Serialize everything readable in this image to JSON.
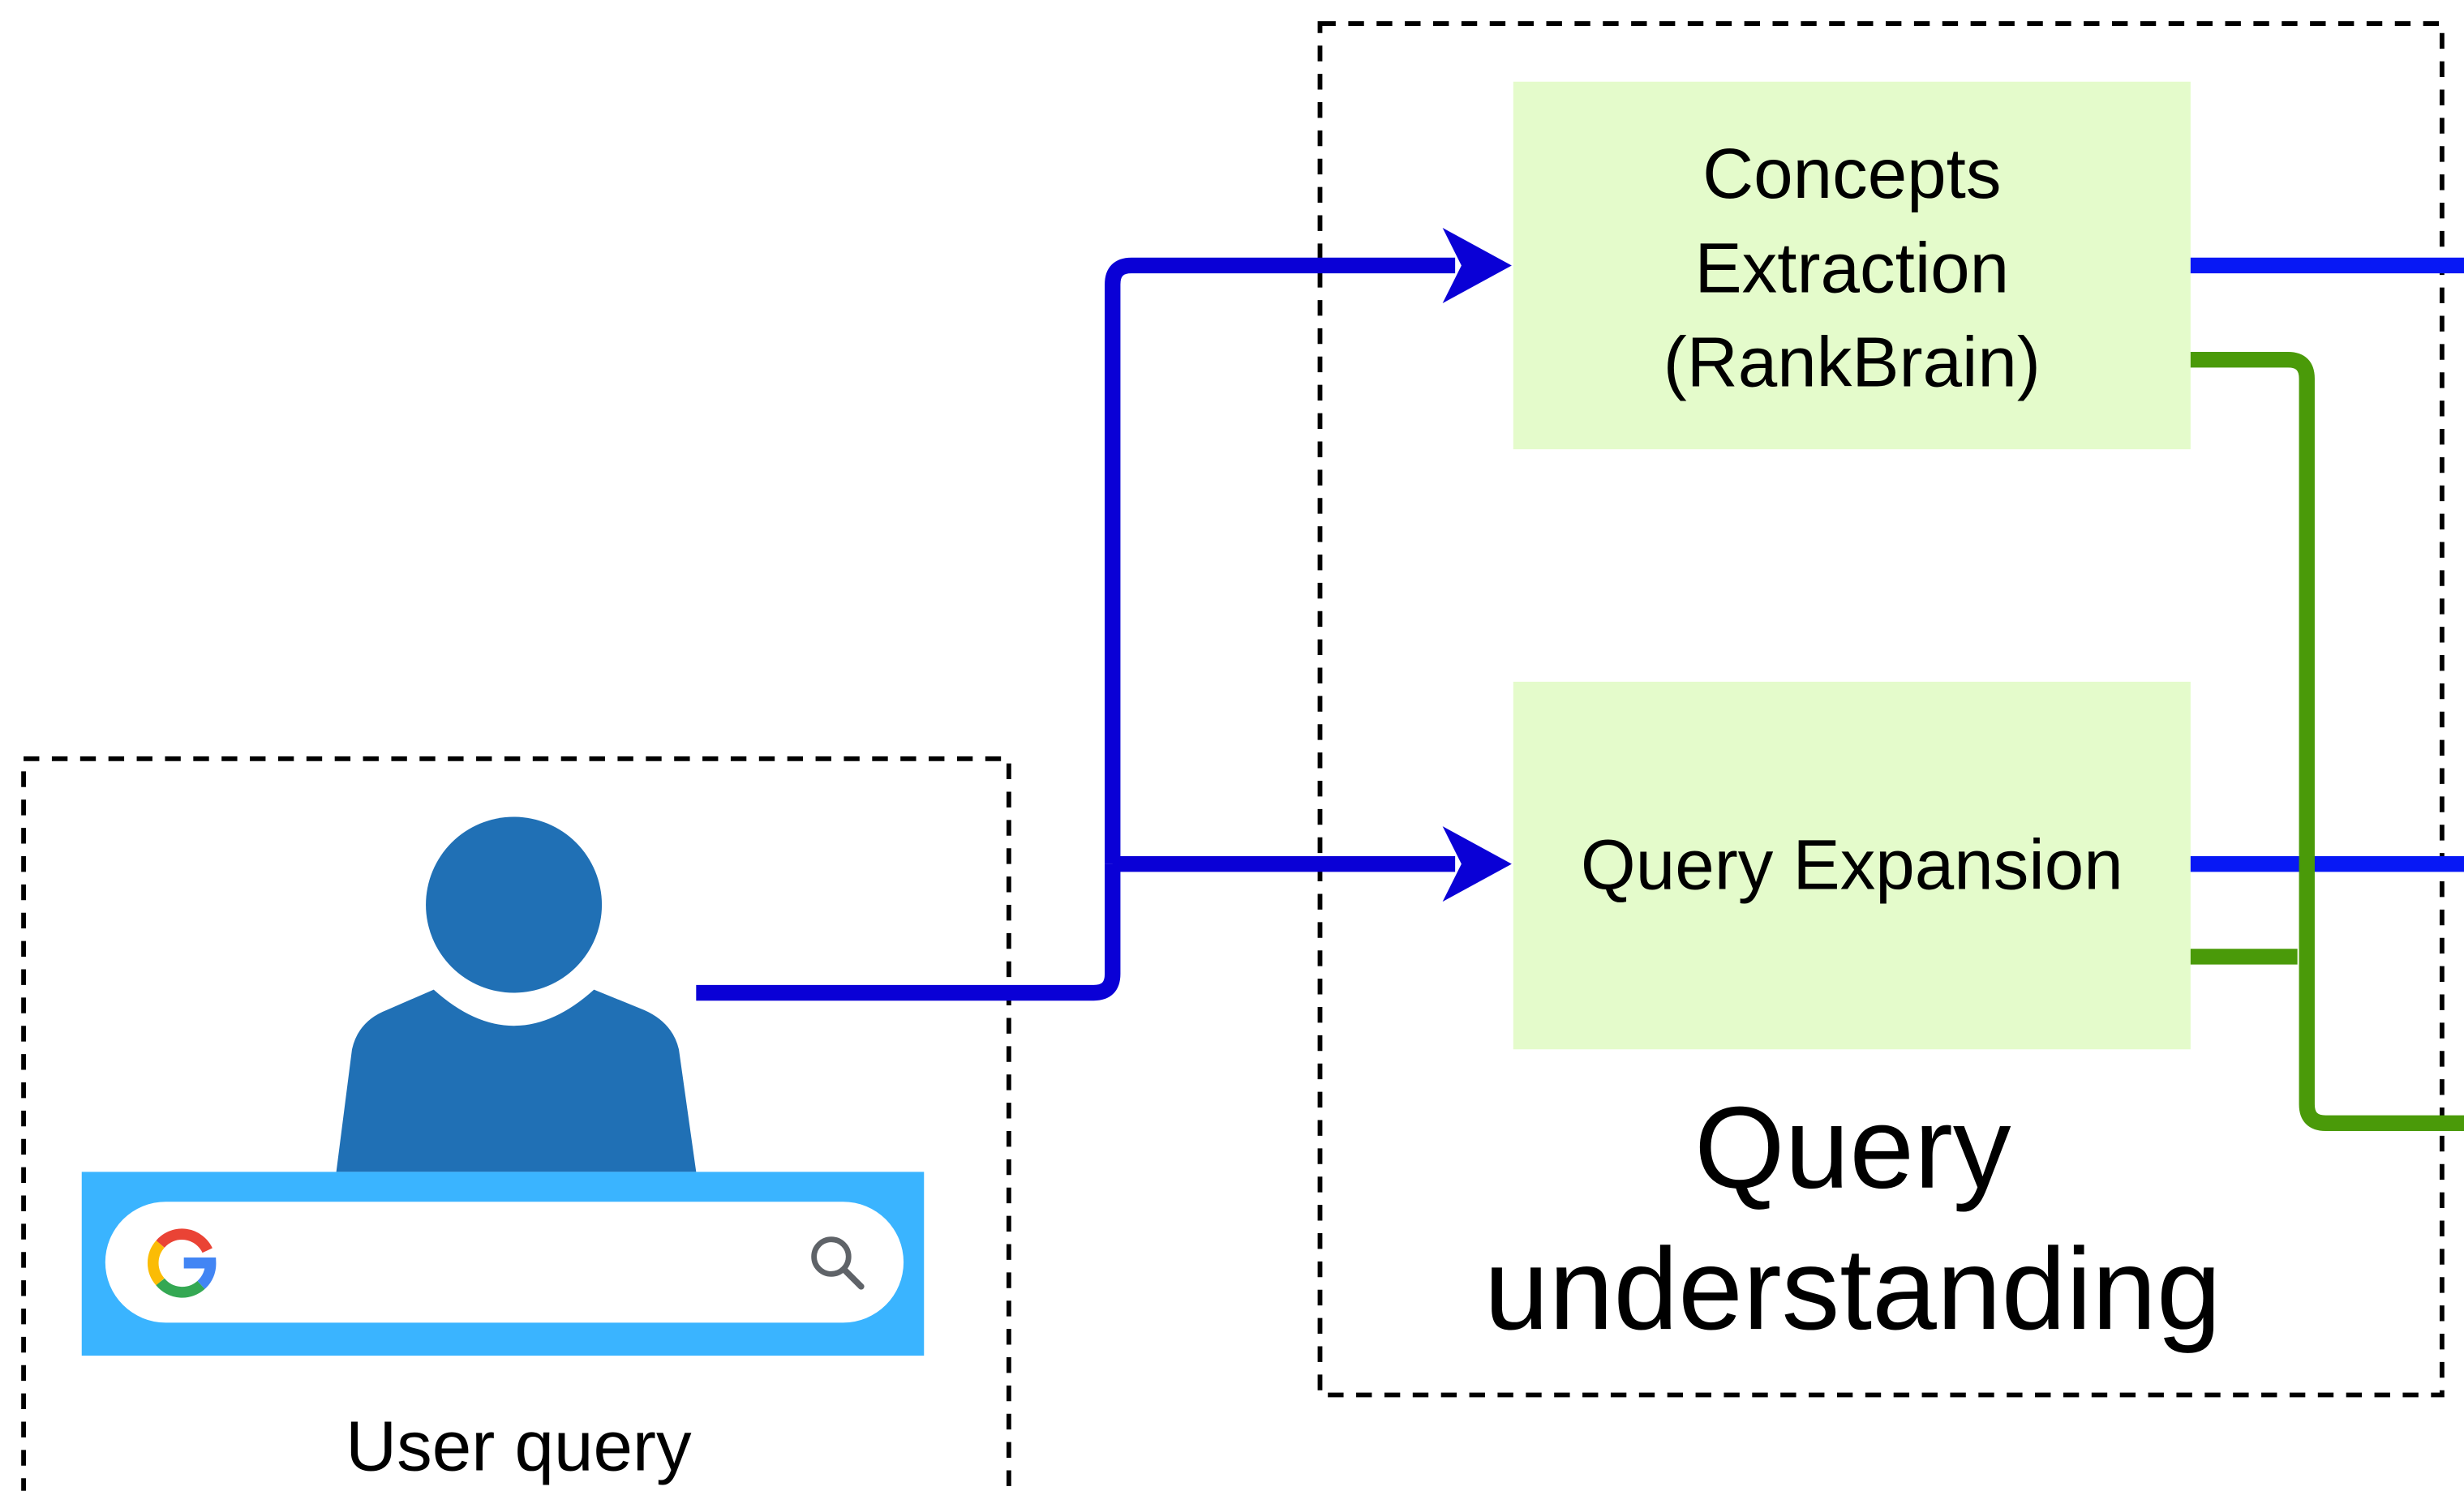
{
  "nodes": {
    "concepts": {
      "line1": "Concepts",
      "line2": "Extraction",
      "line3": "(RankBrain)"
    },
    "expansion": {
      "label": "Query Expansion"
    }
  },
  "groups": {
    "query_understanding": {
      "line1": "Query",
      "line2": "understanding"
    },
    "user_query": {
      "label": "User query"
    }
  },
  "colors": {
    "box_fill": "#e4fbcb",
    "blue_connector": "#0a00d6",
    "blue_bright": "#0718f5",
    "green_connector": "#4a9a09",
    "user_icon": "#2070b5",
    "search_bar": "#3ab4ff"
  },
  "icons": {
    "user": "person-silhouette-icon",
    "google": "google-g-icon",
    "search": "magnifier-icon"
  }
}
